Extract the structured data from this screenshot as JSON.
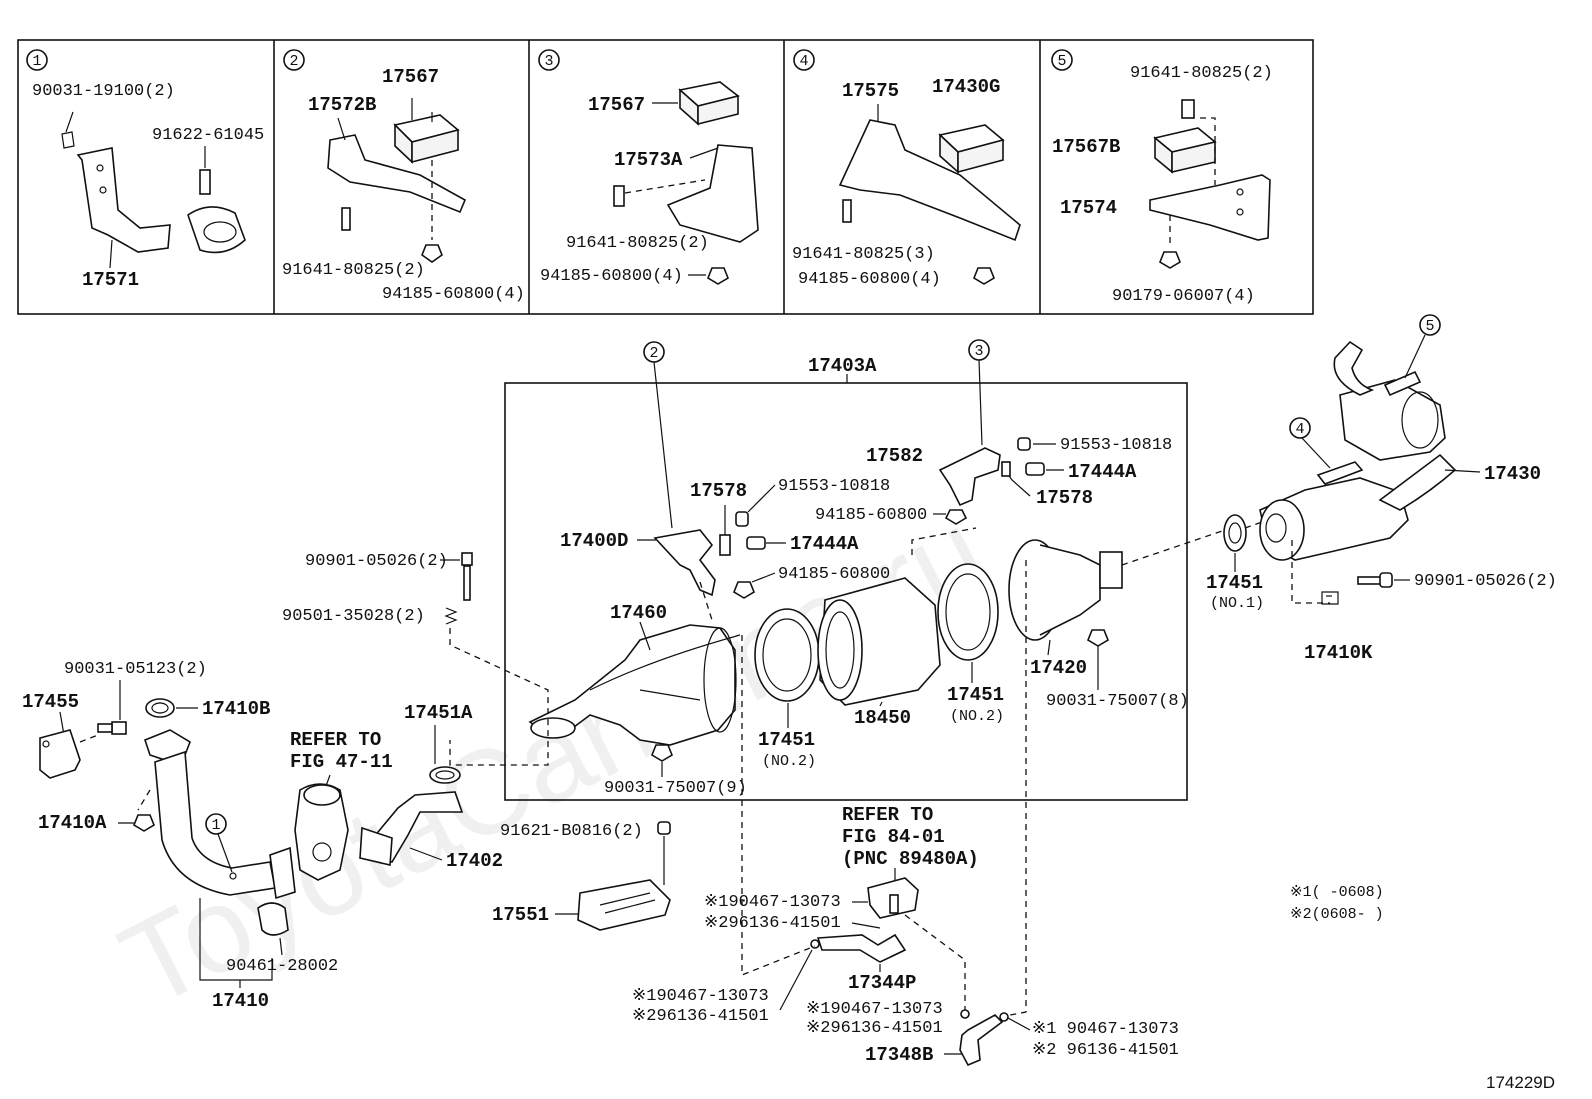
{
  "watermark": "ToyotaCarMine.ru",
  "figure_code": "174229D",
  "notes": {
    "n1": "※1(      -0608)",
    "n2": "※2(0608-      )"
  },
  "detail_panels": [
    {
      "num": "1",
      "labels": [
        "90031-19100(2)",
        "91622-61045",
        "17571"
      ]
    },
    {
      "num": "2",
      "labels": [
        "17567",
        "17572B",
        "91641-80825(2)",
        "94185-60800(4)"
      ]
    },
    {
      "num": "3",
      "labels": [
        "17567",
        "17573A",
        "91641-80825(2)",
        "94185-60800(4)"
      ]
    },
    {
      "num": "4",
      "labels": [
        "17575",
        "17430G",
        "91641-80825(3)",
        "94185-60800(4)"
      ]
    },
    {
      "num": "5",
      "labels": [
        "91641-80825(2)",
        "17567B",
        "17574",
        "90179-06007(4)"
      ]
    }
  ],
  "main_labels": {
    "assembly": "17403A",
    "c2": "2",
    "c3": "3",
    "c4": "4",
    "c5": "5",
    "c1": "1",
    "p17582": "17582",
    "p91553a": "91553-10818",
    "p17444A_a": "17444A",
    "p17578_a": "17578",
    "p94185a": "94185-60800",
    "p17578_b": "17578",
    "p91553b": "91553-10818",
    "p17400D": "17400D",
    "p17444A_b": "17444A",
    "p94185b": "94185-60800",
    "p90901a": "90901-05026(2)",
    "p90501": "90501-35028(2)",
    "p17460": "17460",
    "p17451_no2a": "17451",
    "no2a": "(NO.2)",
    "p18450": "18450",
    "p17451_no2b": "17451",
    "no2b": "(NO.2)",
    "p17420": "17420",
    "p90031_8": "90031-75007(8)",
    "p90031_9": "90031-75007(9)",
    "p17451_no1": "17451",
    "no1": "(NO.1)",
    "p90901b": "90901-05026(2)",
    "p17410K": "17410K",
    "p17430": "17430",
    "p90031_05123": "90031-05123(2)",
    "p17455": "17455",
    "p17410B": "17410B",
    "p17410A": "17410A",
    "refer1a": "REFER TO",
    "refer1b": "FIG 47-11",
    "p17451A": "17451A",
    "p17402": "17402",
    "p90461": "90461-28002",
    "p17410": "17410",
    "p91621": "91621-B0816(2)",
    "p17551": "17551",
    "refer2a": "REFER TO",
    "refer2b": "FIG 84-01",
    "refer2c": "(PNC 89480A)",
    "h1a": "※190467-13073",
    "h1b": "※296136-41501",
    "p17344P": "17344P",
    "h2a": "※190467-13073",
    "h2b": "※296136-41501",
    "h3a": "※190467-13073",
    "h3b": "※296136-41501",
    "h4a": "※1 90467-13073",
    "h4b": "※2 96136-41501",
    "p17348B": "17348B"
  }
}
